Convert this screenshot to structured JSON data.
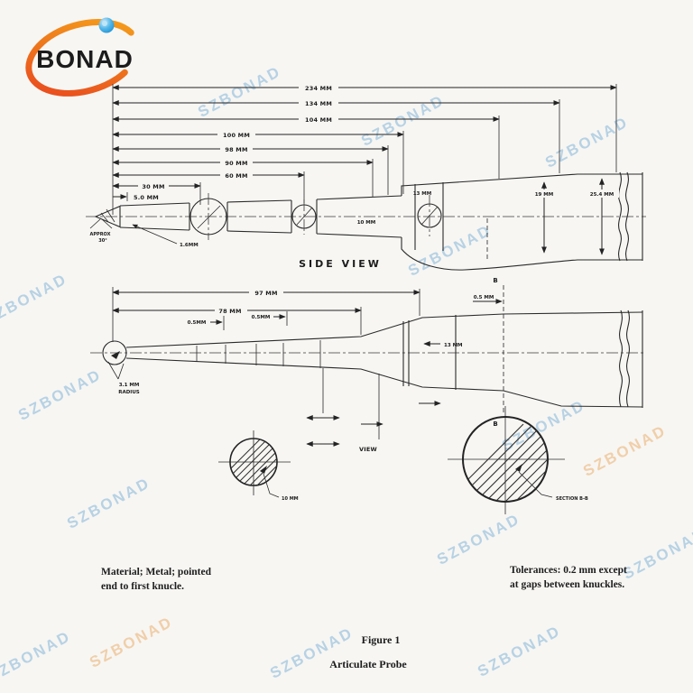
{
  "logo": {
    "brand": "BONAD"
  },
  "watermark": {
    "text": "SZBONAD"
  },
  "side_view": {
    "label": "SIDE VIEW",
    "dims": {
      "overall": "234 MM",
      "d134": "134 MM",
      "d104": "104 MM",
      "d100": "100 MM",
      "d98": "98 MM",
      "d90": "90 MM",
      "d60": "60 MM",
      "d30": "30 MM",
      "d5": "5.0 MM",
      "tip_note_1": "APPROX",
      "tip_note_2": "30°",
      "tip_radius": "1.6MM",
      "knuckle_dia": "13 MM",
      "shaft_dia": "10 MM",
      "taper_dia": "19 MM",
      "handle_dia": "25.4 MM"
    }
  },
  "bottom_view": {
    "dims": {
      "d97": "97 MM",
      "d78": "78 MM",
      "gap1": "0.5MM",
      "gap2": "0.5MM",
      "gap3": "0.5 MM",
      "d13": "13 MM",
      "tip_radius_1": "3.1 MM",
      "tip_radius_2": "RADIUS",
      "section_b_top": "B",
      "section_b_bottom": "B",
      "view_label": "VIEW",
      "section_a_dia": "10 MM",
      "section_label": "SECTION B-B"
    }
  },
  "notes": {
    "material_line1": "Material; Metal; pointed",
    "material_line2": "end to first knucle.",
    "tolerance_line1": "Tolerances:  0.2 mm except",
    "tolerance_line2": "at gaps between knuckles."
  },
  "caption": {
    "figure": "Figure 1",
    "title": "Articulate Probe"
  }
}
